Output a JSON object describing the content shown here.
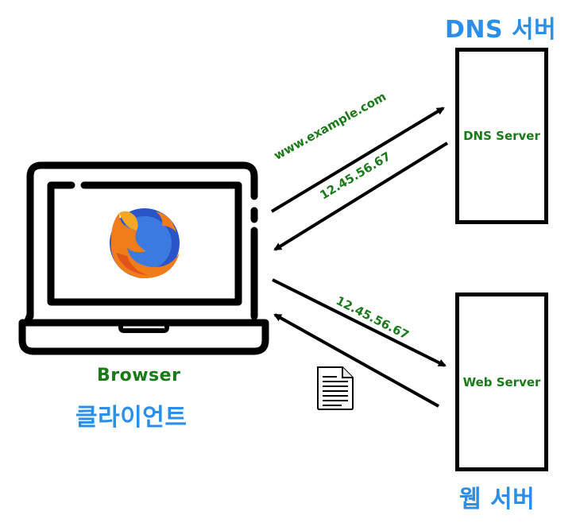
{
  "dns": {
    "heading": "DNS 서버",
    "box_label": "DNS Server"
  },
  "web": {
    "heading": "웹 서버",
    "box_label": "Web Server"
  },
  "client": {
    "browser_label": "Browser",
    "heading": "클라이언트"
  },
  "arrows": {
    "query_label": "www.example.com",
    "dns_reply_label": "12.45.56.67",
    "web_request_label": "12.45.56.67"
  },
  "colors": {
    "heading": "#2b8ee8",
    "label_green": "#1a7a1a",
    "firefox_orange": "#f07c1a",
    "firefox_blue": "#2a55c8"
  },
  "icons": {
    "browser_logo": "firefox-logo-icon",
    "laptop": "laptop-icon",
    "response": "document-icon"
  }
}
